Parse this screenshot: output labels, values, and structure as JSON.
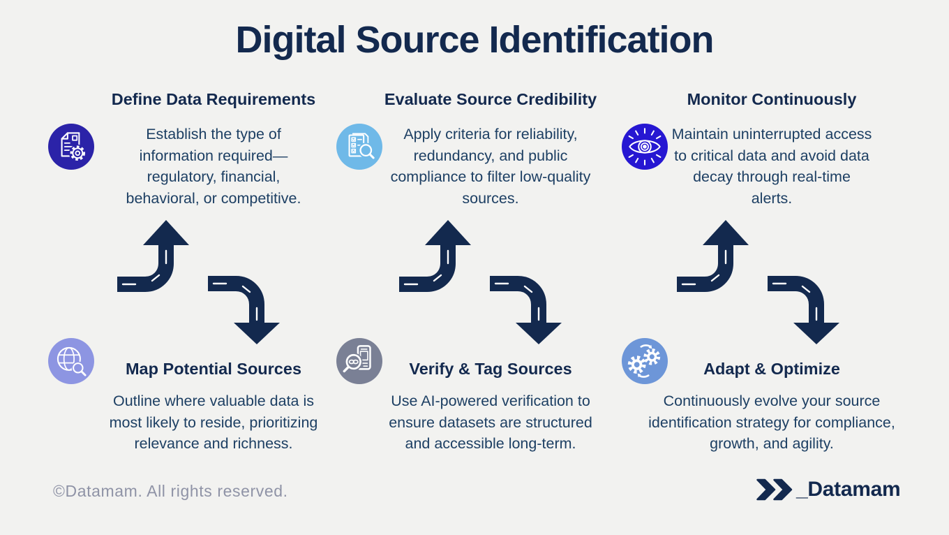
{
  "title": "Digital Source Identification",
  "steps": [
    {
      "title": "Define Data Requirements",
      "description": "Establish the type of information required—regulatory, financial, behavioral, or competitive.",
      "icon": "document-gear-icon",
      "icon_bg": "#2b23a8"
    },
    {
      "title": "Evaluate Source Credibility",
      "description": "Apply criteria for reliability, redundancy, and public compliance to filter low-quality sources.",
      "icon": "checklist-magnifier-icon",
      "icon_bg": "#6fb9e8"
    },
    {
      "title": "Monitor Continuously",
      "description": "Maintain uninterrupted access to critical data and avoid data decay through real-time alerts.",
      "icon": "eye-rays-icon",
      "icon_bg": "#2617d2"
    },
    {
      "title": "Map Potential Sources",
      "description": "Outline where valuable data is most likely to reside, prioritizing relevance and richness.",
      "icon": "globe-magnifier-icon",
      "icon_bg": "#8d95e2"
    },
    {
      "title": "Verify & Tag Sources",
      "description": "Use AI-powered verification to ensure datasets are structured and accessible long-term.",
      "icon": "phone-link-magnifier-icon",
      "icon_bg": "#7a8095"
    },
    {
      "title": "Adapt & Optimize",
      "description": "Continuously evolve your source identification strategy for compliance, growth, and agility.",
      "icon": "gears-sync-icon",
      "icon_bg": "#6d96d8"
    }
  ],
  "footer": {
    "copyright": "©Datamam. All rights reserved.",
    "brand_text": "_Datamam"
  },
  "colors": {
    "background": "#f2f2f0",
    "navy": "#13294e",
    "body_text": "#1d3f63",
    "footer_text": "#8f93a6"
  }
}
